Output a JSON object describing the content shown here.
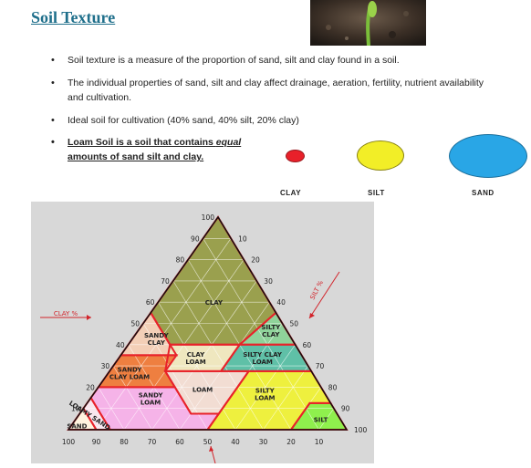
{
  "title": "Soil Texture",
  "photo": {
    "icon": "soil-seedling-photo"
  },
  "bullets": [
    "Soil texture is a measure of the proportion of sand, silt and clay found in a soil.",
    "The individual properties of sand, silt and clay affect drainage, aeration, fertility, nutrient availability and cultivation.",
    "Ideal soil for cultivation (40% sand, 40% silt, 20% clay)"
  ],
  "loam_line1": "Loam Soil is a soil that contains ",
  "loam_em": "equal",
  "loam_line2": "amounts of sand silt and clay.",
  "particles": [
    {
      "label": "CLAY",
      "color": "#e8202a"
    },
    {
      "label": "SILT",
      "color": "#f2ee27"
    },
    {
      "label": "SAND",
      "color": "#29a6e6"
    }
  ],
  "chart_data": {
    "type": "ternary",
    "axes": {
      "clay_label": "CLAY %",
      "silt_label": "SILT %"
    },
    "ticks": {
      "clay": [
        10,
        20,
        30,
        40,
        50,
        60,
        70,
        80,
        90,
        100
      ],
      "silt": [
        10,
        20,
        30,
        40,
        50,
        60,
        70,
        80,
        90,
        100
      ],
      "sand": [
        100,
        90,
        80,
        70,
        60,
        50,
        40,
        30,
        20,
        10
      ]
    },
    "regions": [
      {
        "label": "CLAY",
        "color": "#9aa04e"
      },
      {
        "label": "SILTY CLAY",
        "color": "#8fd39a"
      },
      {
        "label": "SANDY CLAY",
        "color": "#f3cfb7"
      },
      {
        "label": "CLAY LOAM",
        "color": "#efe7bf"
      },
      {
        "label": "SILTY CLAY LOAM",
        "color": "#5fc0a7"
      },
      {
        "label": "SANDY CLAY LOAM",
        "color": "#ee7f40"
      },
      {
        "label": "LOAM",
        "color": "#f2ddd3"
      },
      {
        "label": "SILTY LOAM",
        "color": "#eef03e"
      },
      {
        "label": "SANDY LOAM",
        "color": "#f5b3e8"
      },
      {
        "label": "SILT",
        "color": "#8ff04d"
      },
      {
        "label": "LOAMY SAND",
        "color": "#f8e7ef"
      },
      {
        "label": "SAND",
        "color": "#fff4df"
      }
    ]
  }
}
